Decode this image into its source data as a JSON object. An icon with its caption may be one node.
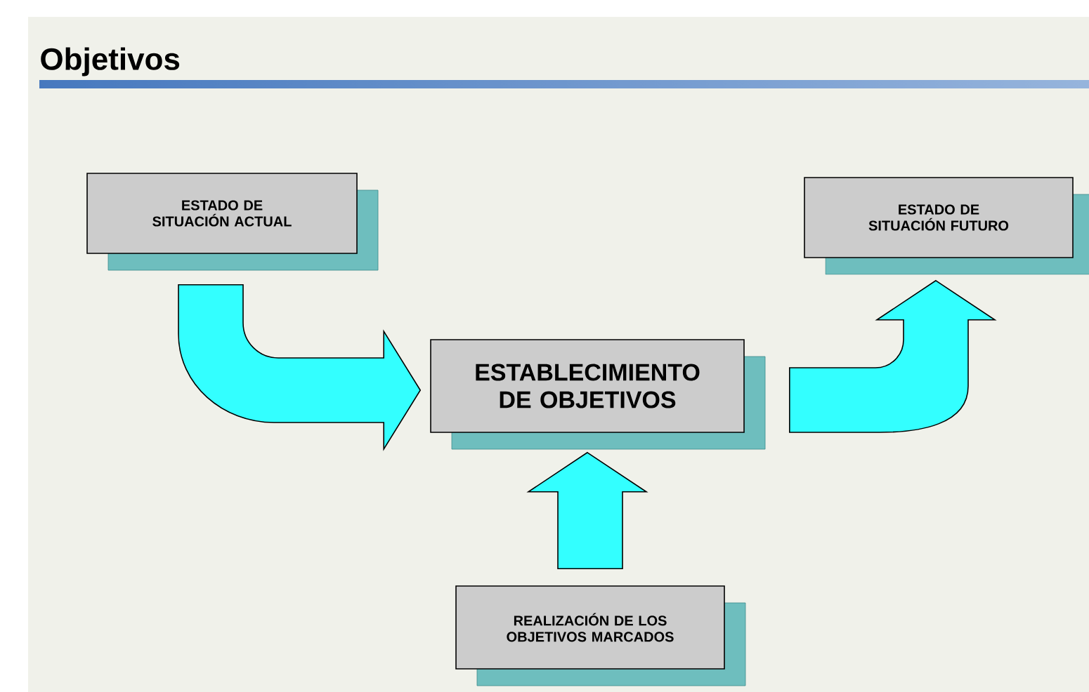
{
  "diagram": {
    "title": "Objetivos",
    "nodes": [
      {
        "text": [
          "ESTADO DE SITUACIÓN ACTUAL"
        ]
      },
      {
        "text": [
          "ESTABLECIMIENTO DE OBJETIVOS"
        ]
      },
      {
        "text": [
          "ESTADO DE SITUACIÓN FUTURO"
        ]
      },
      {
        "text": [
          "REALIZACIÓN DE LOS OBJETIVOS MARCADOS"
        ]
      }
    ],
    "edges": [
      {
        "from": 0,
        "to": 1,
        "arrow": "to"
      },
      {
        "from": 1,
        "to": 2,
        "arrow": "to"
      },
      {
        "from": 3,
        "to": 1,
        "arrow": "to"
      }
    ]
  }
}
